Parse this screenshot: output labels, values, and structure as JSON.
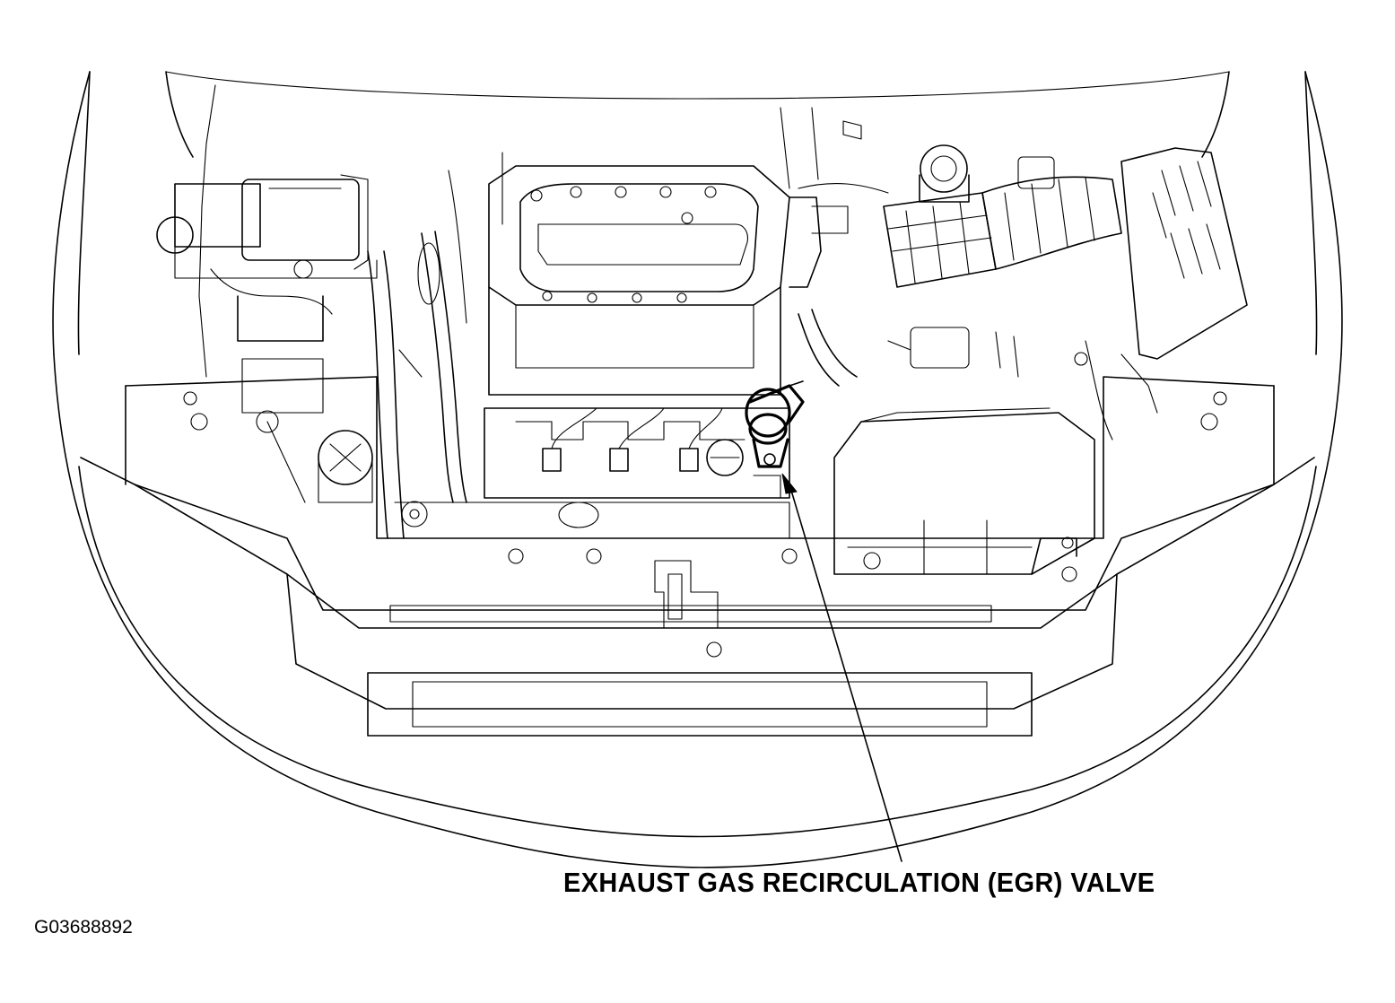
{
  "diagram": {
    "callout": {
      "label": "EXHAUST GAS RECIRCULATION (EGR) VALVE",
      "target": "egr-valve"
    },
    "figure_id": "G03688892",
    "colors": {
      "line": "#000000",
      "background": "#ffffff"
    }
  }
}
